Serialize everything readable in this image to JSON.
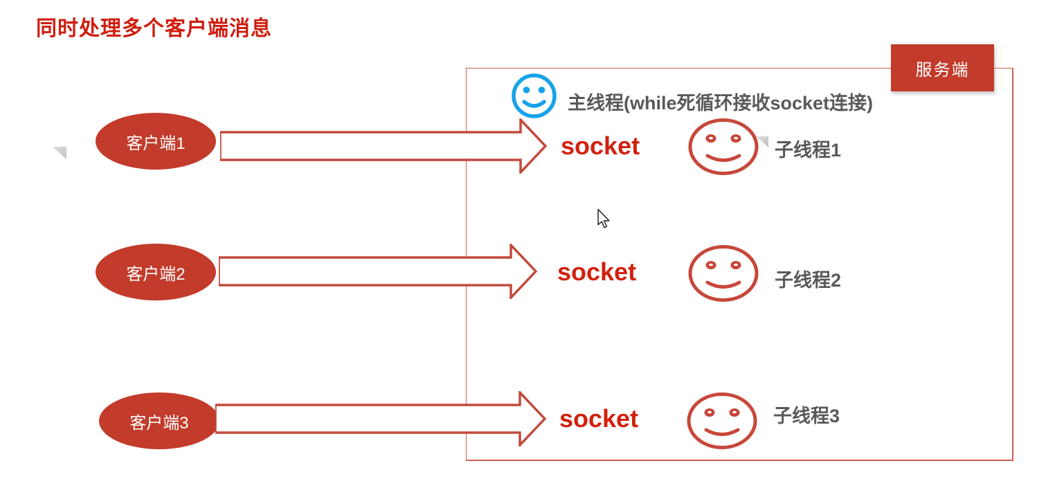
{
  "title": "同时处理多个客户端消息",
  "server": {
    "tab_label": "服务端"
  },
  "main_thread": {
    "icon": "blue-smiley-icon",
    "label": "主线程(while死循环接收socket连接)"
  },
  "rows": [
    {
      "client": "客户端1",
      "socket_label": "socket",
      "thread_icon": "red-smiley-icon",
      "thread_label": "子线程1"
    },
    {
      "client": "客户端2",
      "socket_label": "socket",
      "thread_icon": "red-smiley-icon",
      "thread_label": "子线程2"
    },
    {
      "client": "客户端3",
      "socket_label": "socket",
      "thread_icon": "red-smiley-icon",
      "thread_label": "子线程3"
    }
  ],
  "colors": {
    "title_red": "#cf1d0e",
    "socket_red": "#d2200e",
    "shape_fill_red": "#c23b2b",
    "arrow_outline_red": "#c24a3c",
    "box_border_red": "#cd5f50",
    "smiley_red": "#c7473a",
    "blue_accent": "#18a2ea",
    "gray_text": "#595959",
    "marker_gray": "#c9c9c9"
  },
  "cursor": {
    "type": "arrow-pointer"
  }
}
